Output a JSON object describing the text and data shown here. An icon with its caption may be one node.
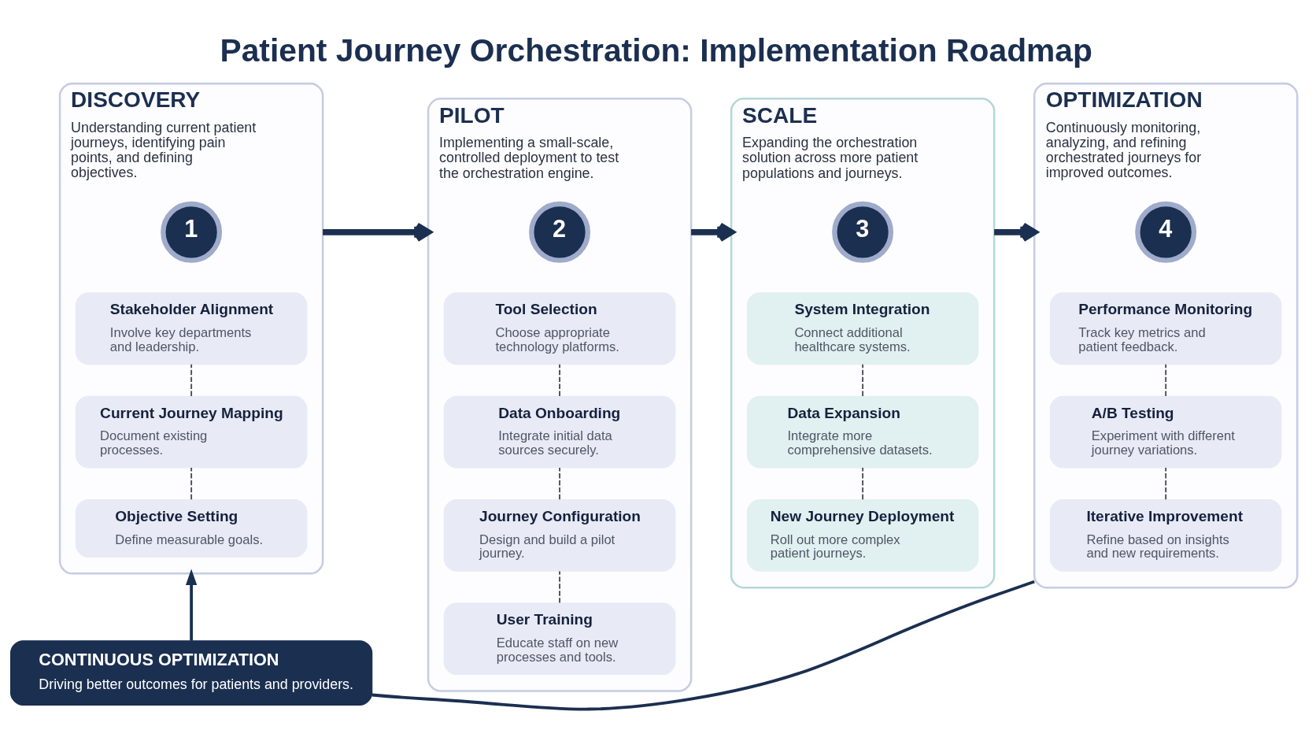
{
  "diagram": {
    "title": "Patient Journey Orchestration: Implementation Roadmap",
    "nodes": [
      {
        "text": [
          "DISCOVERY",
          "Understanding current patient journeys, identifying pain points, and defining objectives."
        ]
      },
      {
        "text": [
          "1"
        ],
        "in": 0
      },
      {
        "text": [
          "Stakeholder Alignment",
          "Involve key departments and leadership."
        ],
        "in": 0
      },
      {
        "text": [
          "Current Journey Mapping",
          "Document existing processes."
        ],
        "in": 0
      },
      {
        "text": [
          "Objective Setting",
          "Define measurable goals."
        ],
        "in": 0
      },
      {
        "text": [
          "PILOT",
          "Implementing a small-scale, controlled deployment to test the orchestration engine."
        ]
      },
      {
        "text": [
          "2"
        ],
        "in": 5
      },
      {
        "text": [
          "Tool Selection",
          "Choose appropriate technology platforms."
        ],
        "in": 5
      },
      {
        "text": [
          "Data Onboarding",
          "Integrate initial data sources securely."
        ],
        "in": 5
      },
      {
        "text": [
          "Journey Configuration",
          "Design and build a pilot journey."
        ],
        "in": 5
      },
      {
        "text": [
          "User Training",
          "Educate staff on new processes and tools."
        ],
        "in": 5
      },
      {
        "text": [
          "SCALE",
          "Expanding the orchestration solution across more patient populations and journeys."
        ]
      },
      {
        "text": [
          "3"
        ],
        "in": 11
      },
      {
        "text": [
          "System Integration",
          "Connect additional healthcare systems."
        ],
        "in": 11
      },
      {
        "text": [
          "Data Expansion",
          "Integrate more comprehensive datasets."
        ],
        "in": 11
      },
      {
        "text": [
          "New Journey Deployment",
          "Roll out more complex patient journeys."
        ],
        "in": 11
      },
      {
        "text": [
          "OPTIMIZATION",
          "Continuously monitoring, analyzing, and refining orchestrated journeys for improved outcomes."
        ]
      },
      {
        "text": [
          "4"
        ],
        "in": 16
      },
      {
        "text": [
          "Performance Monitoring",
          "Track key metrics and patient feedback."
        ],
        "in": 16
      },
      {
        "text": [
          "A/B Testing",
          "Experiment with different journey variations."
        ],
        "in": 16
      },
      {
        "text": [
          "Iterative Improvement",
          "Refine based on insights and new requirements."
        ],
        "in": 16
      },
      {
        "text": [
          "CONTINUOUS OPTIMIZATION",
          "Driving better outcomes for patients and providers."
        ]
      }
    ],
    "edges": [
      {
        "from": 2,
        "to": 3,
        "arrow": "none",
        "style": "dashed"
      },
      {
        "from": 3,
        "to": 4,
        "arrow": "none",
        "style": "dashed"
      },
      {
        "from": 0,
        "to": 5,
        "arrow": "to",
        "style": "thick",
        "color": "#1b2f50"
      },
      {
        "from": 7,
        "to": 8,
        "arrow": "none",
        "style": "dashed"
      },
      {
        "from": 8,
        "to": 9,
        "arrow": "none",
        "style": "dashed"
      },
      {
        "from": 9,
        "to": 10,
        "arrow": "none",
        "style": "dashed"
      },
      {
        "from": 5,
        "to": 11,
        "arrow": "to",
        "style": "thick",
        "color": "#1b2f50"
      },
      {
        "from": 13,
        "to": 14,
        "arrow": "none",
        "style": "dashed"
      },
      {
        "from": 14,
        "to": 15,
        "arrow": "none",
        "style": "dashed"
      },
      {
        "from": 11,
        "to": 16,
        "arrow": "to",
        "style": "thick",
        "color": "#1b2f50"
      },
      {
        "from": 18,
        "to": 19,
        "arrow": "none",
        "style": "dashed"
      },
      {
        "from": 19,
        "to": 20,
        "arrow": "none",
        "style": "dashed"
      },
      {
        "from": 16,
        "to": 21,
        "arrow": "none",
        "color": "#1b2f50"
      },
      {
        "from": 21,
        "to": 0,
        "arrow": "to",
        "color": "#1b2f50"
      }
    ]
  }
}
